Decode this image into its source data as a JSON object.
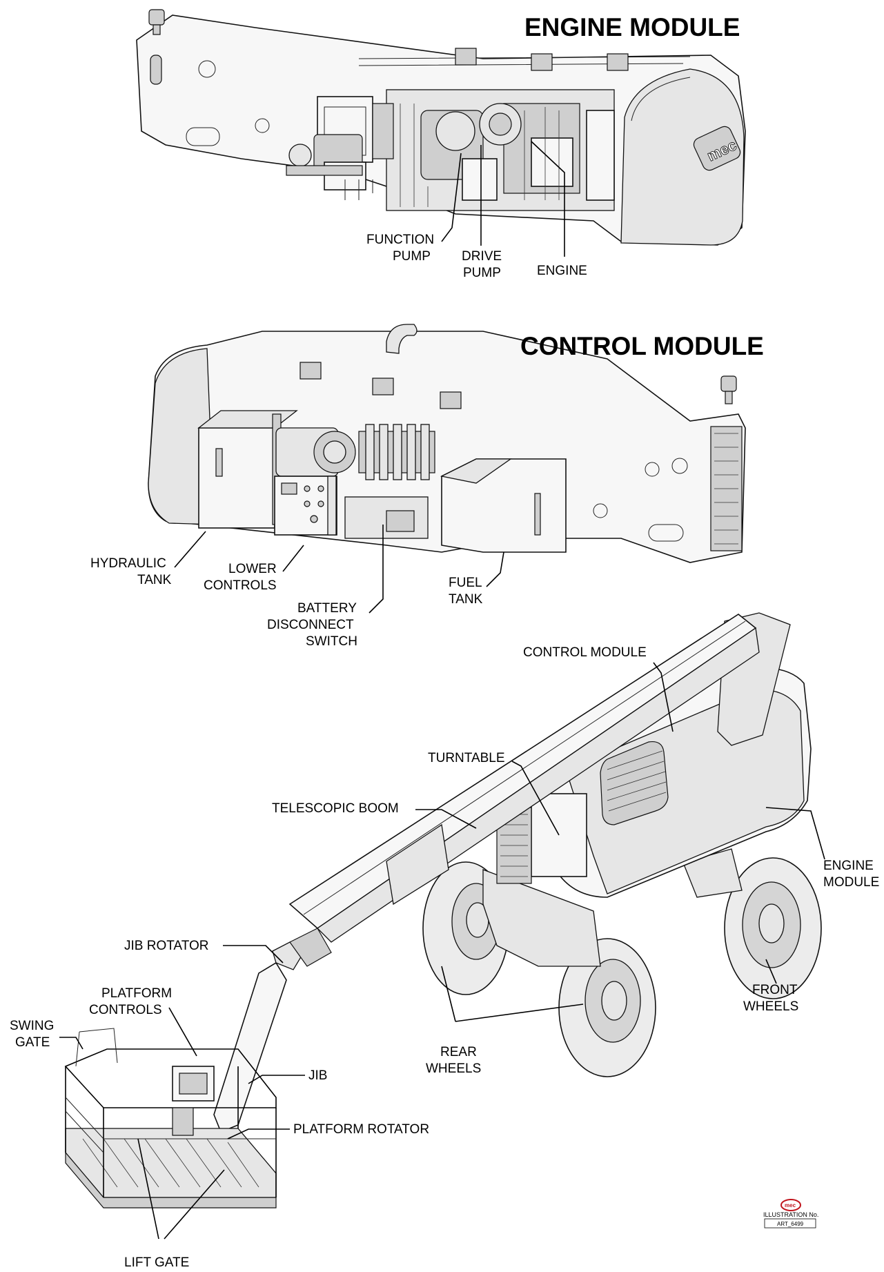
{
  "headings": {
    "engine_module": "ENGINE MODULE",
    "control_module": "CONTROL MODULE"
  },
  "engine_module_labels": {
    "function_pump_1": "FUNCTION",
    "function_pump_2": "PUMP",
    "drive_pump_1": "DRIVE",
    "drive_pump_2": "PUMP",
    "engine": "ENGINE"
  },
  "control_module_labels": {
    "hydraulic_tank_1": "HYDRAULIC",
    "hydraulic_tank_2": "TANK",
    "lower_controls_1": "LOWER",
    "lower_controls_2": "CONTROLS",
    "battery_1": "BATTERY",
    "battery_2": "DISCONNECT",
    "battery_3": "SWITCH",
    "fuel_tank_1": "FUEL",
    "fuel_tank_2": "TANK"
  },
  "machine_labels": {
    "control_module": "CONTROL MODULE",
    "turntable": "TURNTABLE",
    "telescopic_boom": "TELESCOPIC BOOM",
    "engine_module_1": "ENGINE",
    "engine_module_2": "MODULE",
    "jib_rotator": "JIB ROTATOR",
    "platform_controls_1": "PLATFORM",
    "platform_controls_2": "CONTROLS",
    "swing_gate_1": "SWING",
    "swing_gate_2": "GATE",
    "front_wheels_1": "FRONT",
    "front_wheels_2": "WHEELS",
    "rear_wheels_1": "REAR",
    "rear_wheels_2": "WHEELS",
    "jib": "JIB",
    "platform_rotator": "PLATFORM ROTATOR",
    "lift_gate": "LIFT GATE"
  },
  "logo": {
    "brand": "mec",
    "illustration_label": "ILLUSTRATION No.",
    "illustration_id": "ART_6499"
  }
}
